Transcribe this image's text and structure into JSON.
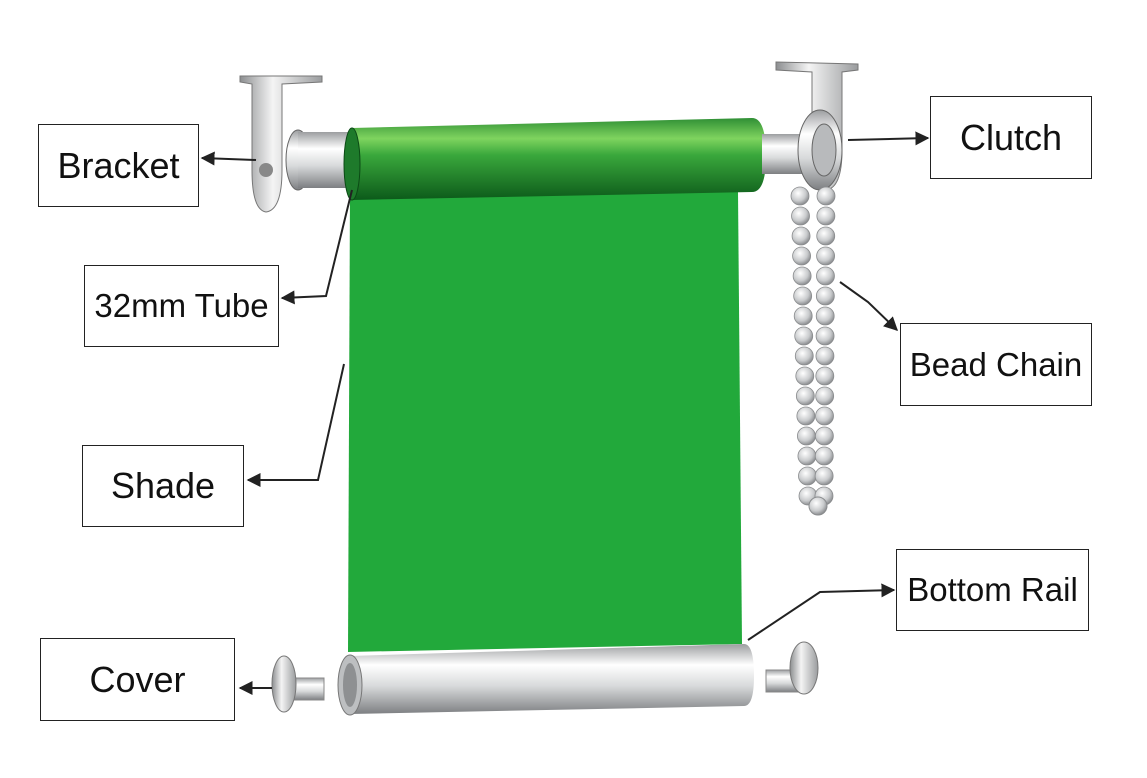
{
  "labels": {
    "bracket": "Bracket",
    "clutch": "Clutch",
    "tube": "32mm Tube",
    "bead_chain": "Bead Chain",
    "shade": "Shade",
    "bottom_rail": "Bottom Rail",
    "cover": "Cover"
  },
  "colors": {
    "shade": "#22a93b",
    "tube": "#1f8f33",
    "metal": "#d4d6d8",
    "outline": "#222222"
  }
}
